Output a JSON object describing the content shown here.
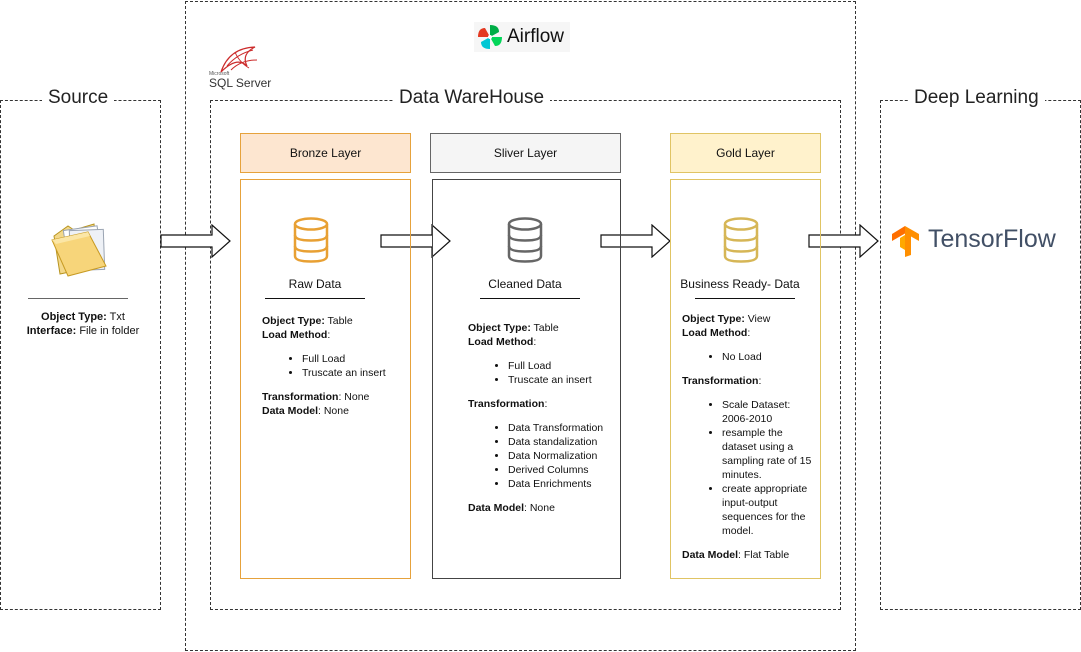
{
  "airflow": {
    "label": "Airflow"
  },
  "sqlserver": {
    "label": "SQL Server",
    "small_label": "Microsoft"
  },
  "source": {
    "title": "Source",
    "object_type_key": "Object Type:",
    "object_type_val": " Txt",
    "interface_key": "Interface:",
    "interface_val": " File in folder"
  },
  "warehouse": {
    "title": "Data WareHouse"
  },
  "deep_learning": {
    "title": "Deep Learning",
    "tensorflow_label": "TensorFlow"
  },
  "bronze": {
    "header": "Bronze Layer",
    "title": "Raw Data",
    "object_type_key": "Object Type:",
    "object_type_val": " Table",
    "load_method_key": "Load Method",
    "load_method_suffix": ":",
    "load_items": [
      "Full Load",
      "Truscate an insert"
    ],
    "transformation_key": "Transformation",
    "transformation_val": ": None",
    "data_model_key": "Data Model",
    "data_model_val": ": None"
  },
  "silver": {
    "header": "Sliver Layer",
    "title": "Cleaned Data",
    "object_type_key": "Object Type:",
    "object_type_val": " Table",
    "load_method_key": "Load Method",
    "load_method_suffix": ":",
    "load_items": [
      "Full Load",
      "Truscate an insert"
    ],
    "transformation_key": "Transformation",
    "transformation_suffix": ":",
    "transform_items": [
      "Data Transformation",
      "Data standalization",
      "Data Normalization",
      "Derived Columns",
      "Data Enrichments"
    ],
    "data_model_key": "Data Model",
    "data_model_val": ": None"
  },
  "gold": {
    "header": "Gold Layer",
    "title": "Business Ready- Data",
    "object_type_key": "Object Type:",
    "object_type_val": " View",
    "load_method_key": "Load Method",
    "load_method_suffix": ":",
    "load_items": [
      "No Load"
    ],
    "transformation_key": "Transformation",
    "transformation_suffix": ":",
    "transform_items": [
      "Scale Dataset: 2006-2010",
      "resample the dataset using a sampling rate of 15 minutes.",
      " create appropriate input-output sequences for the model."
    ],
    "data_model_key": "Data Model",
    "data_model_val": ": Flat Table"
  },
  "colors": {
    "bronze_fill": "#fde6d0",
    "bronze_border": "#e6a23c",
    "bronze_icon": "#e8a033",
    "silver_fill": "#f5f5f5",
    "silver_border": "#444444",
    "silver_icon": "#666666",
    "gold_fill": "#fff2cc",
    "gold_border": "#e0c464",
    "gold_icon": "#d6b656"
  }
}
